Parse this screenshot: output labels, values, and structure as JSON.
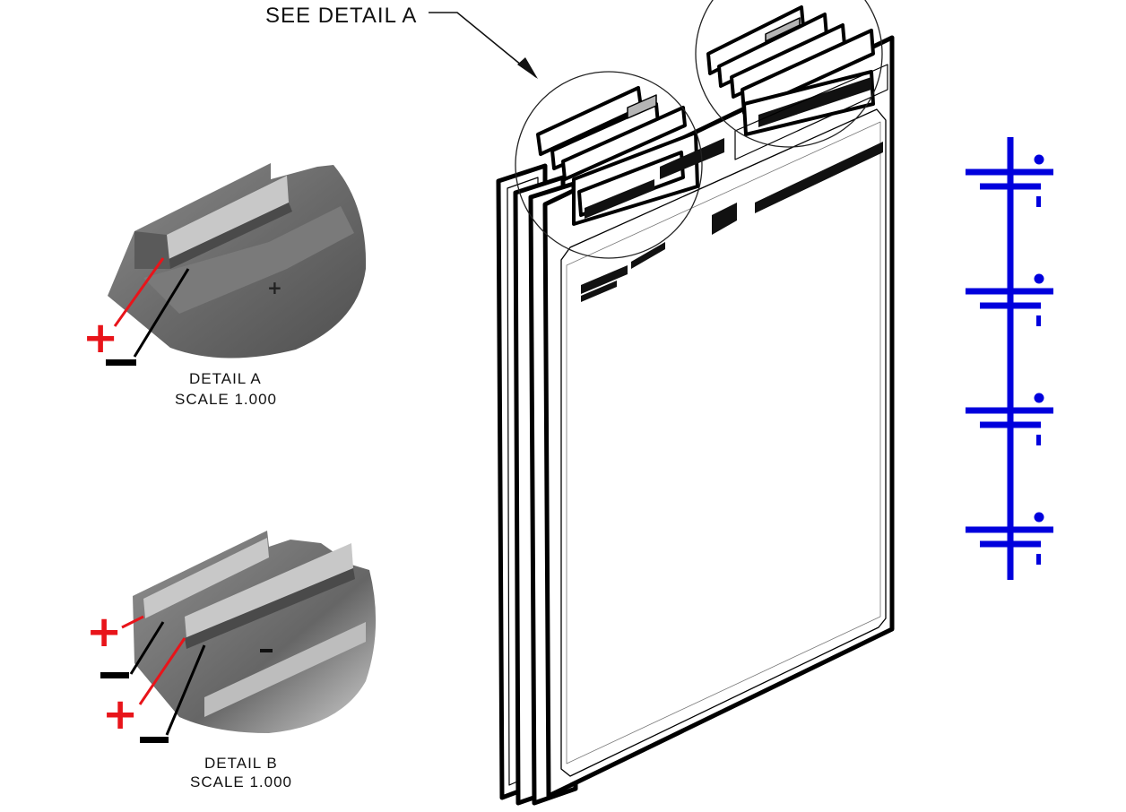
{
  "callout": {
    "text": "SEE DETAIL  A"
  },
  "detail_a": {
    "title": "DETAIL  A",
    "scale": "SCALE  1.000",
    "plus": "+",
    "minus": "−"
  },
  "detail_b": {
    "title": "DETAIL  B",
    "scale": "SCALE  1.000",
    "plus": "+",
    "minus": "−"
  },
  "schematic": {
    "cells": 4,
    "color": "#0000dd"
  },
  "colors": {
    "positive": "#e8141a",
    "negative": "#000000",
    "metal": "#6e6e6e",
    "metal_light": "#b9b9b9"
  }
}
